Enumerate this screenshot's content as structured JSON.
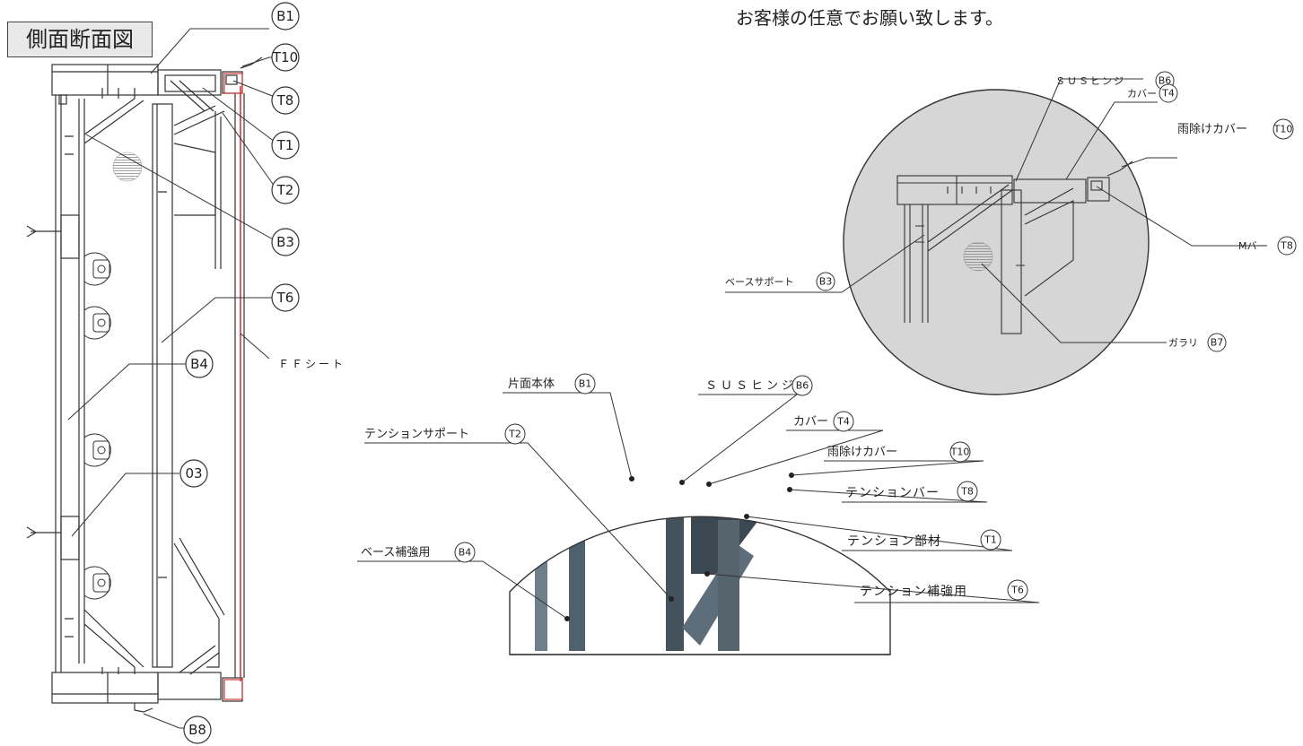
{
  "title": "側面断面図",
  "note": "お客様の任意でお願い致します。",
  "side_section_callouts": {
    "b1": "B1",
    "t10": "T10",
    "t8": "T8",
    "t1": "T1",
    "t2": "T2",
    "b3": "B3",
    "t6": "T6",
    "b4": "B4",
    "o3": "03",
    "b8": "B8",
    "ff_sheet": "ＦＦシート"
  },
  "zoom_detail": {
    "sus_hinge": {
      "label": "ＳＵＳヒンジ",
      "code": "B6"
    },
    "cover": {
      "label": "カバー",
      "code": "T4"
    },
    "rain_cover": {
      "label": "雨除けカバー",
      "code": "T10"
    },
    "m_bar": {
      "label": "Mバー",
      "code": "T8"
    },
    "base_support": {
      "label": "ベースサポート",
      "code": "B3"
    },
    "louver": {
      "label": "ガラリ",
      "code": "B7"
    }
  },
  "photo_detail": {
    "body": {
      "label": "片面本体",
      "code": "B1"
    },
    "sus_hinge": {
      "label": "ＳＵＳヒンジ",
      "code": "B6"
    },
    "tension_support": {
      "label": "テンションサポート",
      "code": "T2"
    },
    "cover": {
      "label": "カバー",
      "code": "T4"
    },
    "rain_cover": {
      "label": "雨除けカバー",
      "code": "T10"
    },
    "tension_bar": {
      "label": "テンションバー",
      "code": "T8"
    },
    "base_reinforce": {
      "label": "ベース補強用",
      "code": "B4"
    },
    "tension_member": {
      "label": "テンション部材",
      "code": "T1"
    },
    "tension_reinforce": {
      "label": "テンション補強用",
      "code": "T6"
    }
  },
  "colors": {
    "line": "#333333",
    "ff_sheet": "#d23a3a",
    "detail_fill": "#d6d6d6",
    "photo_steel": "#5d6e7a"
  }
}
